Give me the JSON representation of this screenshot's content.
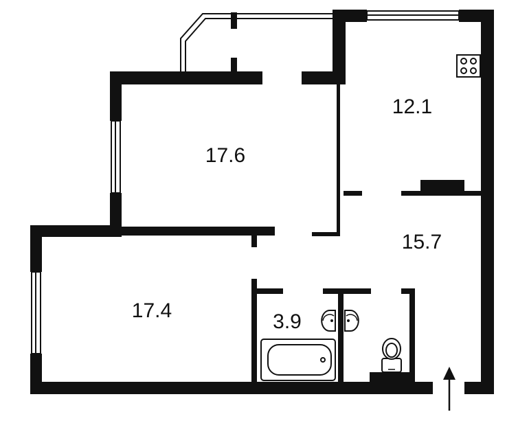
{
  "floorplan": {
    "rooms": [
      {
        "id": "room-living",
        "area": "17.6"
      },
      {
        "id": "room-kitchen",
        "area": "12.1"
      },
      {
        "id": "room-hall",
        "area": "15.7"
      },
      {
        "id": "room-bedroom",
        "area": "17.4"
      },
      {
        "id": "room-bathroom",
        "area": "3.9"
      }
    ]
  }
}
